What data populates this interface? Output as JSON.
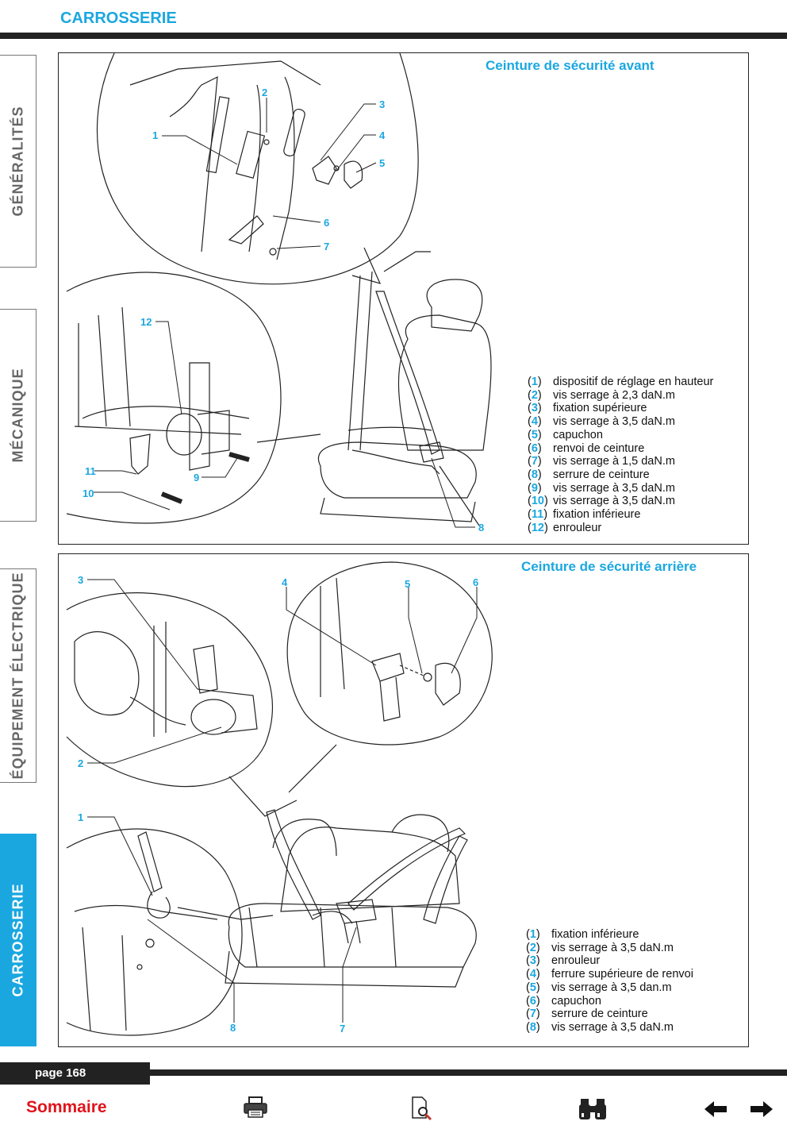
{
  "header": {
    "section": "CARROSSERIE"
  },
  "side_tabs": [
    {
      "label": "GÉNÉRALITÉS",
      "active": false
    },
    {
      "label": "MÉCANIQUE",
      "active": false
    },
    {
      "label": "ÉQUIPEMENT ÉLECTRIQUE",
      "active": false
    },
    {
      "label": "CARROSSERIE",
      "active": true
    }
  ],
  "panels": [
    {
      "title": "Ceinture de sécurité avant",
      "callouts": [
        "1",
        "2",
        "3",
        "4",
        "5",
        "6",
        "7",
        "8",
        "9",
        "10",
        "11",
        "12"
      ],
      "legend": [
        {
          "num": "1",
          "text": "dispositif de réglage en hauteur"
        },
        {
          "num": "2",
          "text": "vis serrage à 2,3 daN.m"
        },
        {
          "num": "3",
          "text": "fixation supérieure"
        },
        {
          "num": "4",
          "text": "vis serrage à 3,5 daN.m"
        },
        {
          "num": "5",
          "text": "capuchon"
        },
        {
          "num": "6",
          "text": "renvoi de ceinture"
        },
        {
          "num": "7",
          "text": "vis serrage à 1,5 daN.m"
        },
        {
          "num": "8",
          "text": "serrure de ceinture"
        },
        {
          "num": "9",
          "text": "vis serrage à 3,5 daN.m"
        },
        {
          "num": "10",
          "text": "vis serrage à 3,5 daN.m"
        },
        {
          "num": "11",
          "text": "fixation inférieure"
        },
        {
          "num": "12",
          "text": "enrouleur"
        }
      ]
    },
    {
      "title": "Ceinture de sécurité arrière",
      "callouts": [
        "1",
        "2",
        "3",
        "4",
        "5",
        "6",
        "7",
        "8"
      ],
      "legend": [
        {
          "num": "1",
          "text": "fixation inférieure"
        },
        {
          "num": "2",
          "text": "vis serrage à 3,5 daN.m"
        },
        {
          "num": "3",
          "text": "enrouleur"
        },
        {
          "num": "4",
          "text": "ferrure supérieure de renvoi"
        },
        {
          "num": "5",
          "text": "vis serrage à 3,5 dan.m"
        },
        {
          "num": "6",
          "text": "capuchon"
        },
        {
          "num": "7",
          "text": "serrure de ceinture"
        },
        {
          "num": "8",
          "text": "vis serrage à 3,5 daN.m"
        }
      ]
    }
  ],
  "footer": {
    "page_label": "page 168",
    "sommaire": "Sommaire",
    "icons": [
      "print-icon",
      "document-zoom-icon",
      "binoculars-icon",
      "arrow-left-icon",
      "arrow-right-icon"
    ]
  },
  "colors": {
    "accent": "#1aa7e0",
    "link": "#e0141c",
    "rule": "#222222"
  }
}
